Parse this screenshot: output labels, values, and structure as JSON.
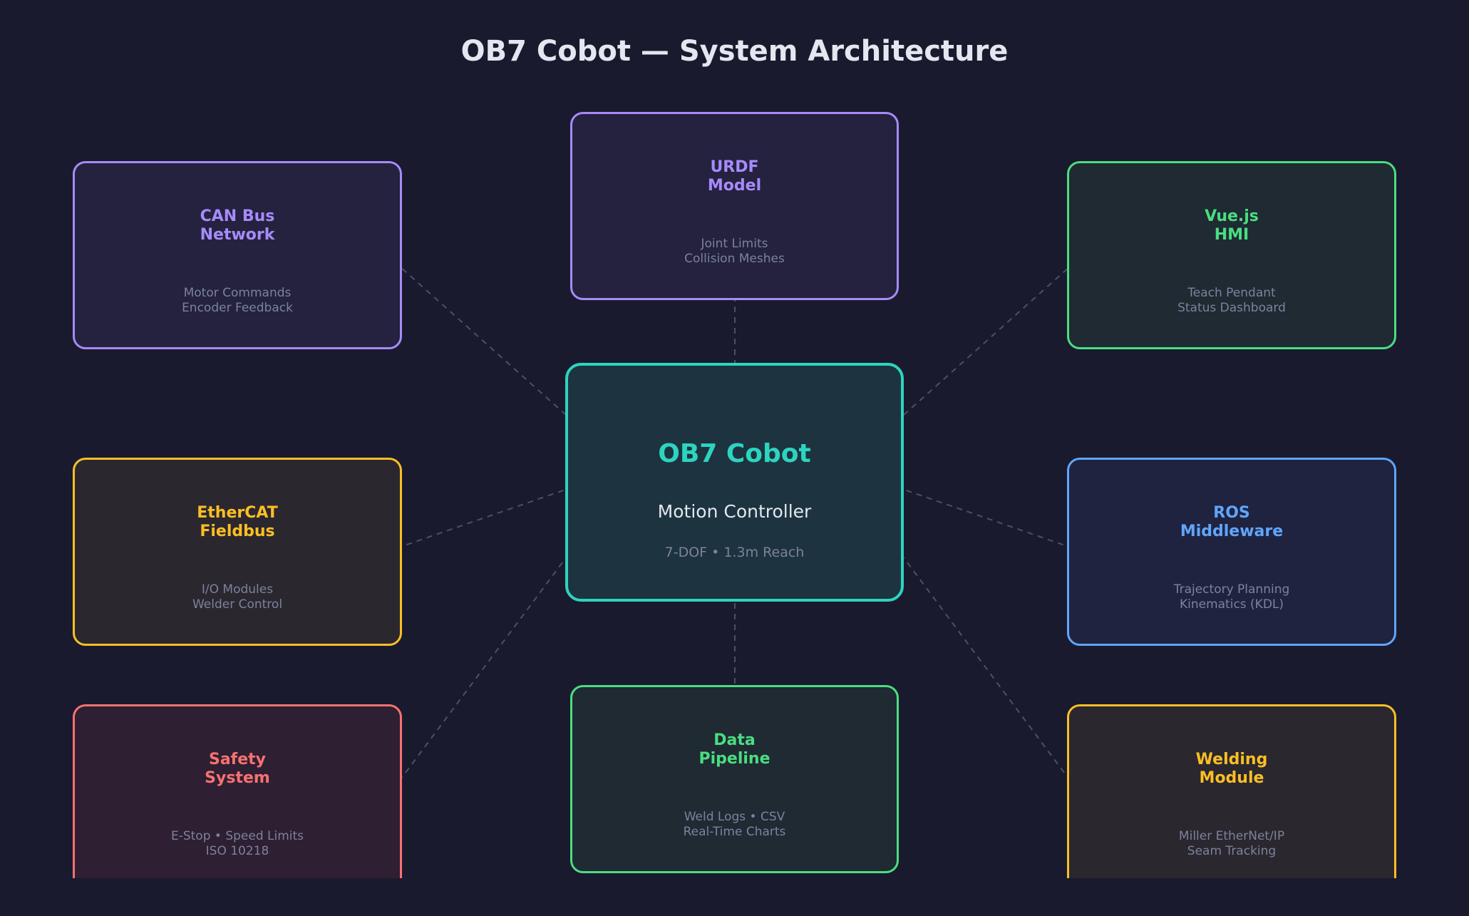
{
  "diagram": {
    "title": "OB7 Cobot — System Architecture",
    "core": {
      "title": "OB7 Cobot",
      "subtitle": "Motion Controller",
      "spec": "7-DOF • 1.3m Reach",
      "color": "#2dd4bf"
    },
    "nodes": {
      "urdf": {
        "name_line1": "URDF",
        "name_line2": "Model",
        "desc_line1": "Joint Limits",
        "desc_line2": "Collision Meshes",
        "color": "#a78bfa"
      },
      "can": {
        "name_line1": "CAN Bus",
        "name_line2": "Network",
        "desc_line1": "Motor Commands",
        "desc_line2": "Encoder Feedback",
        "color": "#a78bfa"
      },
      "vue": {
        "name_line1": "Vue.js",
        "name_line2": "HMI",
        "desc_line1": "Teach Pendant",
        "desc_line2": "Status Dashboard",
        "color": "#4ade80"
      },
      "ethercat": {
        "name_line1": "EtherCAT",
        "name_line2": "Fieldbus",
        "desc_line1": "I/O Modules",
        "desc_line2": "Welder Control",
        "color": "#fbbf24"
      },
      "ros": {
        "name_line1": "ROS",
        "name_line2": "Middleware",
        "desc_line1": "Trajectory Planning",
        "desc_line2": "Kinematics (KDL)",
        "color": "#60a5fa"
      },
      "safety": {
        "name_line1": "Safety",
        "name_line2": "System",
        "desc_line1": "E-Stop • Speed Limits",
        "desc_line2": "ISO 10218",
        "color": "#f87171"
      },
      "data": {
        "name_line1": "Data",
        "name_line2": "Pipeline",
        "desc_line1": "Weld Logs • CSV",
        "desc_line2": "Real-Time Charts",
        "color": "#4ade80"
      },
      "welding": {
        "name_line1": "Welding",
        "name_line2": "Module",
        "desc_line1": "Miller EtherNet/IP",
        "desc_line2": "Seam Tracking",
        "color": "#fbbf24"
      }
    },
    "background_color": "#1a1a2e",
    "connector_color": "#4b5066"
  }
}
